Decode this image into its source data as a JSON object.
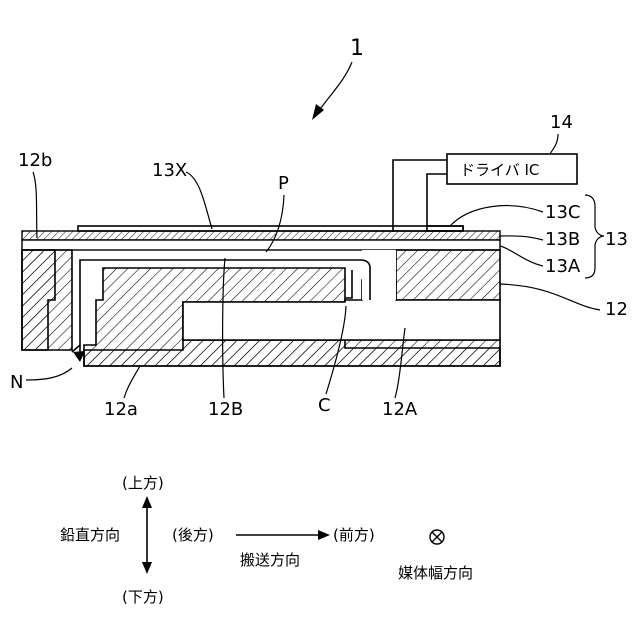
{
  "figure": {
    "assembly_number": "1",
    "driver_box_label": "ドライバ IC",
    "labels": {
      "driver_ref": "14",
      "electrode": "13X",
      "pressure_chamber": "P",
      "layer_top": "13C",
      "layer_mid": "13B",
      "layer_bottom": "13A",
      "piezo_group": "13",
      "channel_member": "12",
      "surface_top": "12b",
      "surface_bottom": "12a",
      "wall": "12B",
      "common_channel": "C",
      "chamber_space": "12A",
      "nozzle": "N"
    },
    "legend": {
      "up": "(上方)",
      "down": "(下方)",
      "vertical_direction": "鉛直方向",
      "back": "(後方)",
      "front": "(前方)",
      "transport_direction": "搬送方向",
      "width_direction": "媒体幅方向"
    }
  }
}
